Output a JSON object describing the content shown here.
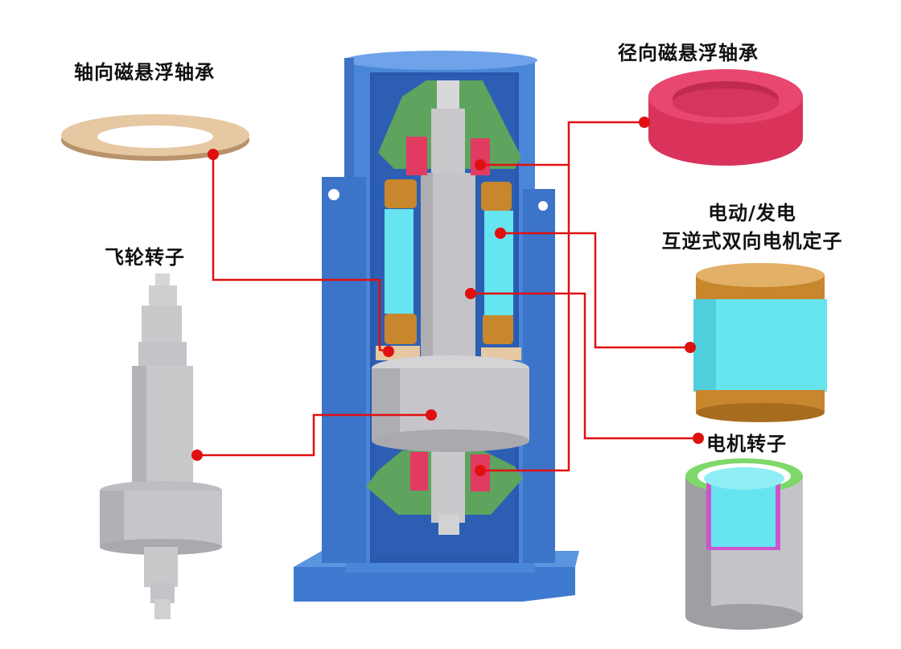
{
  "labels": {
    "axial_bearing": "轴向磁悬浮轴承",
    "radial_bearing": "径向磁悬浮轴承",
    "flywheel_rotor": "飞轮转子",
    "stator_line1": "电动/发电",
    "stator_line2": "互逆式双向电机定子",
    "motor_rotor": "电机转子"
  },
  "colors": {
    "housing": "#4a86d8",
    "housing_dark": "#2f66bf",
    "housing_inner": "#1f4a9a",
    "rotor": "#c9c9cc",
    "rotor_dark": "#a5a5aa",
    "copper": "#c8862d",
    "cyan": "#66e4ef",
    "red_part": "#e23b62",
    "green": "#5ea35e",
    "bearing_ring": "#e0c09a",
    "leader": "#e01010"
  }
}
